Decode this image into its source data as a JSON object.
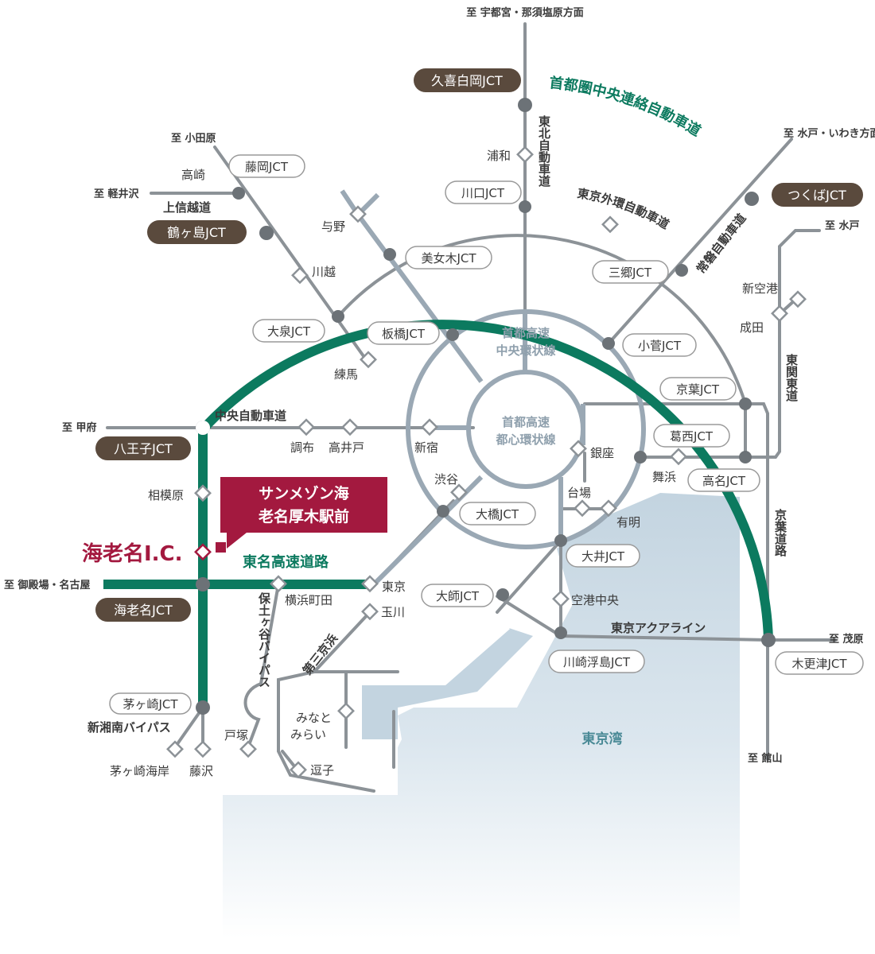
{
  "map": {
    "expressway_ring": "首都圏中央連絡自動車道",
    "outer_ring": "東京外環自動車道",
    "central_ring": "首都高速中央環状線",
    "inner_ring": "首都高速都心環状線",
    "bay": "東京湾",
    "colors": {
      "green": "#0c7a5f",
      "grey": "#8c9297",
      "blue_ring": "#9aa8b4",
      "dark_box": "#5a4a3d",
      "crimson": "#a3193f"
    }
  },
  "property": {
    "name": "サンメゾン海老名厚木駅前",
    "ic_label": "海老名I.C."
  },
  "directions": [
    "至 宇都宮・那須塩原方面",
    "至 小田原",
    "至 軽井沢",
    "至 水戸・いわき方面",
    "至 水戸",
    "至 甲府",
    "至 御殿場・名古屋",
    "至 茂原",
    "至 館山"
  ],
  "roads": [
    "東北自動車道",
    "上信越道",
    "常磐自動車道",
    "中央自動車道",
    "東名高速道路",
    "東関東道",
    "京葉道路",
    "東京アクアライン",
    "第三京浜",
    "保土ヶ谷バイパス",
    "新湘南バイパス"
  ],
  "dark_jct": [
    "久喜白岡JCT",
    "鶴ヶ島JCT",
    "つくばJCT",
    "八王子JCT",
    "海老名JCT"
  ],
  "white_jct": [
    "藤岡JCT",
    "川口JCT",
    "美女木JCT",
    "三郷JCT",
    "大泉JCT",
    "板橋JCT",
    "小菅JCT",
    "京葉JCT",
    "葛西JCT",
    "高名JCT",
    "大橋JCT",
    "大井JCT",
    "大師JCT",
    "川崎浮島JCT",
    "木更津JCT",
    "茅ヶ崎JCT"
  ],
  "places": [
    "浦和",
    "高崎",
    "与野",
    "川越",
    "練馬",
    "新空港",
    "成田",
    "調布",
    "高井戸",
    "新宿",
    "銀座",
    "舞浜",
    "相模原",
    "渋谷",
    "台場",
    "有明",
    "東京",
    "横浜町田",
    "玉川",
    "空港中央",
    "戸塚",
    "みなと",
    "みらい",
    "逗子",
    "茅ヶ崎海岸",
    "藤沢"
  ]
}
